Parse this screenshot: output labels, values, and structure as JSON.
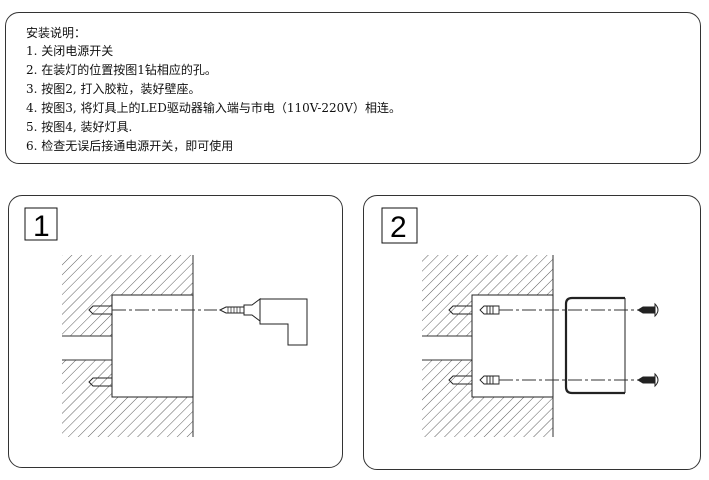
{
  "instructions": {
    "title": "安装说明：",
    "steps": [
      "1. 关闭电源开关",
      "2. 在装灯的位置按图1钻相应的孔。",
      "3. 按图2, 打入胶粒，装好壁座。",
      "4. 按图3, 将灯具上的LED驱动器输入端与市电（110V-220V）相连。",
      "5. 按图4, 装好灯具.",
      "6. 检查无误后接通电源开关，即可使用"
    ]
  },
  "figures": [
    {
      "label": "1"
    },
    {
      "label": "2"
    }
  ]
}
